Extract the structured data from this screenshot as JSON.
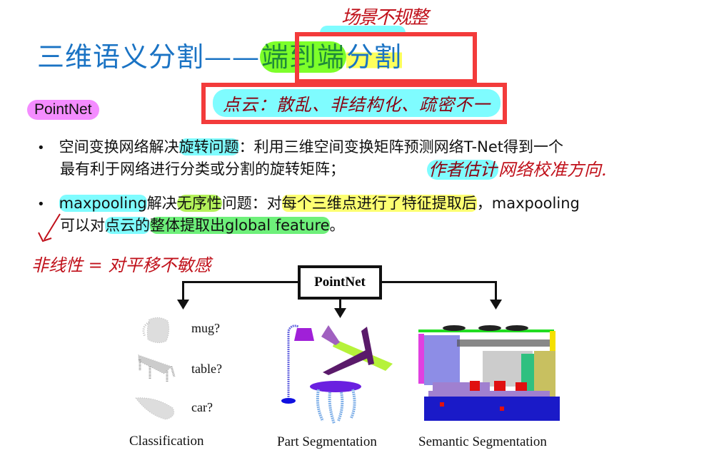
{
  "slide": {
    "title_prefix": "三维语义分割——",
    "title_highlight_green": "端到端",
    "title_highlight_yellow": "分割",
    "annotation_top": "场景不规整",
    "section_tag": "PointNet",
    "annotation_note": "点云：散乱、非结构化、疏密不一"
  },
  "bullets": [
    {
      "parts": [
        {
          "text": "空间变换网络解决",
          "hl": ""
        },
        {
          "text": "旋转问题",
          "hl": "cyan"
        },
        {
          "text": "：利用三维空间变换矩阵预测网络T-Net得到一个",
          "hl": ""
        }
      ],
      "line2": "最有利于网络进行分类或分割的旋转矩阵；",
      "annotation_prefix": "作者估计",
      "annotation_rest": "网络校准方向."
    },
    {
      "parts": [
        {
          "text": "maxpooling",
          "hl": "cyan"
        },
        {
          "text": "解决",
          "hl": ""
        },
        {
          "text": "无序性",
          "hl": "lime"
        },
        {
          "text": "问题：对",
          "hl": ""
        },
        {
          "text": "每个三维点进行了特征提取后",
          "hl": "yellow"
        },
        {
          "text": "，maxpooling",
          "hl": ""
        }
      ],
      "line2_parts": [
        {
          "text": "可以对",
          "hl": ""
        },
        {
          "text": "点云的",
          "hl": "cyan"
        },
        {
          "text": "整体提取出global feature",
          "hl": "green"
        },
        {
          "text": "。",
          "hl": ""
        }
      ]
    }
  ],
  "annotation_left": "非线性 = 对平移不敏感",
  "diagram": {
    "root_label": "PointNet",
    "classification": {
      "label": "Classification",
      "items": [
        "mug?",
        "table?",
        "car?"
      ]
    },
    "part_segmentation": {
      "label": "Part Segmentation"
    },
    "semantic_segmentation": {
      "label": "Semantic Segmentation"
    }
  },
  "colors": {
    "title_blue": "#1a73c4",
    "red_box": "#f33b3b",
    "highlight_cyan": "#7ffcff",
    "highlight_yellow": "#fdff72",
    "highlight_green": "#7dff2a",
    "highlight_magenta": "#f48cff",
    "annotation_red": "#c0101a"
  }
}
